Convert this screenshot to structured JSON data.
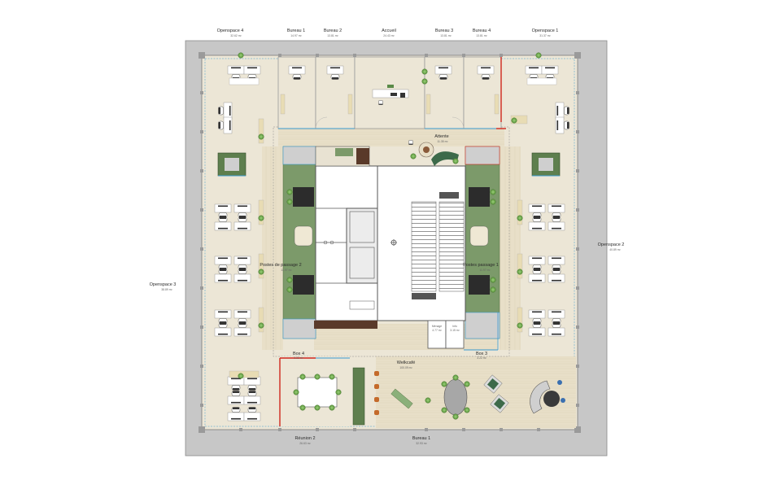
{
  "plan": {
    "rooms": [
      {
        "id": "openspace4",
        "name": "Openspace 4",
        "area": "32.62 m²"
      },
      {
        "id": "bureau1-top",
        "name": "Bureau 1",
        "area": "14.97 m²"
      },
      {
        "id": "bureau2-top",
        "name": "Bureau 2",
        "area": "13.81 m²"
      },
      {
        "id": "accueil",
        "name": "Accueil",
        "area": "24.43 m²"
      },
      {
        "id": "bureau3-top",
        "name": "Bureau 3",
        "area": "13.81 m²"
      },
      {
        "id": "bureau4-top",
        "name": "Bureau 4",
        "area": "13.81 m²"
      },
      {
        "id": "openspace1",
        "name": "Openspace 1",
        "area": "31.37 m²"
      },
      {
        "id": "openspace2",
        "name": "Openspace 2",
        "area": "40.89 m²"
      },
      {
        "id": "openspace3",
        "name": "Openspace 3",
        "area": "38.89 m²"
      },
      {
        "id": "attente",
        "name": "Attente",
        "area": "11.35 m²"
      },
      {
        "id": "postes-passage-2",
        "name": "Postes de passage 2",
        "area": "11.97 m²"
      },
      {
        "id": "postes-passage-1",
        "name": "Postes passage 1",
        "area": "11.97 m²"
      },
      {
        "id": "menage",
        "name": "Ménage",
        "area": "4.77 m²"
      },
      {
        "id": "info",
        "name": "Info",
        "area": "3.15 m²"
      },
      {
        "id": "box4",
        "name": "Box 4",
        "area": "3.22 m²"
      },
      {
        "id": "box3",
        "name": "Box 3",
        "area": "3.22 m²"
      },
      {
        "id": "welkcafe",
        "name": "Welkcafé",
        "area": "100.09 m²"
      },
      {
        "id": "reunion2",
        "name": "Réunion 2",
        "area": "26.63 m²"
      },
      {
        "id": "bureau1-bottom",
        "name": "Bureau 1",
        "area": "32.93 m²"
      }
    ],
    "colors": {
      "wall": "#a5a5a5",
      "facade": "#c7c7c7",
      "floor": "#ece6d6",
      "parquet": "#e6dcc4",
      "green_zone": "#7c9a6a",
      "plant": "#6aa24a",
      "partition_red": "#d0271d",
      "glass_blue": "#3a9bd1",
      "furniture": "#ffffff",
      "dark_table": "#2c2c2c"
    }
  }
}
